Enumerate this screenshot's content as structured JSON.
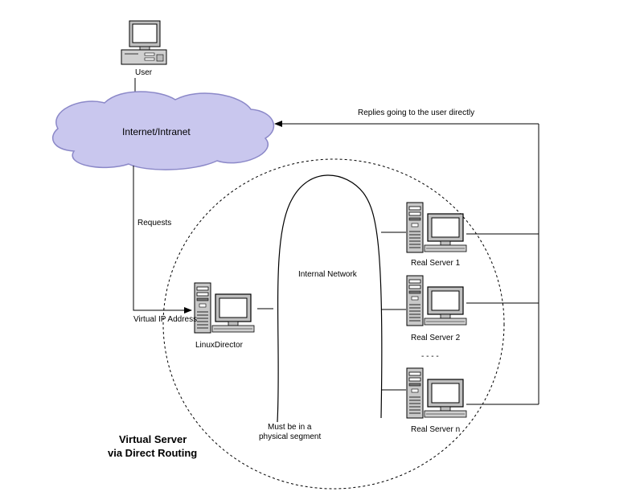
{
  "user_label": "User",
  "cloud_label": "Internet/Intranet",
  "replies_label": "Replies going to the user directly",
  "requests_label": "Requests",
  "internal_network_label": "Internal Network",
  "vip_label": "Virtual IP Address",
  "director_label": "LinuxDirector",
  "servers": [
    {
      "label": "Real Server 1"
    },
    {
      "label": "Real Server 2"
    },
    {
      "label": "Real Server n"
    }
  ],
  "ellipsis": "- - - -",
  "segment_note": {
    "line1": "Must be in a",
    "line2": "physical segment"
  },
  "title": {
    "line1": "Virtual Server",
    "line2": "via Direct Routing"
  }
}
